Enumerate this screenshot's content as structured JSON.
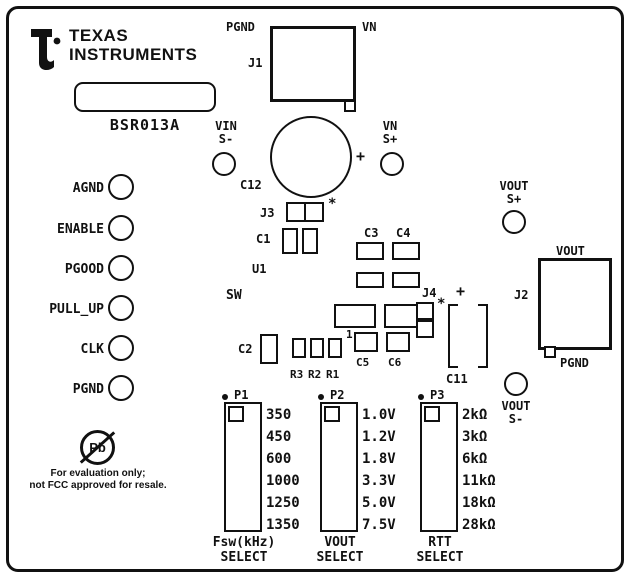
{
  "brand": {
    "name_top": "Texas",
    "name_bottom": "Instruments"
  },
  "board_id": "BSR013A",
  "testpoints": {
    "left": [
      "AGND",
      "ENABLE",
      "PGOOD",
      "PULL_UP",
      "CLK",
      "PGND"
    ],
    "vin_sense": {
      "line1": "VIN",
      "line2": "S-"
    },
    "vn_sense": {
      "line1": "VN",
      "line2": "S+"
    },
    "vout_sense_plus": {
      "line1": "VOUT",
      "line2": "S+"
    },
    "vout_sense_minus": {
      "line1": "VOUT",
      "line2": "S-"
    }
  },
  "connectors": {
    "j1": {
      "ref": "J1",
      "pin_left": "PGND",
      "pin_right": "VN"
    },
    "j2": {
      "ref": "J2",
      "pin_top": "VOUT",
      "pin_bottom": "PGND"
    },
    "j3": {
      "ref": "J3",
      "pin1_mark": "*"
    },
    "j4": {
      "ref": "J4",
      "pin1_mark": "*"
    }
  },
  "components": {
    "c12": {
      "ref": "C12",
      "polarity": "+"
    },
    "c11": {
      "ref": "C11",
      "polarity": "+"
    },
    "c1": "C1",
    "u1": "U1",
    "sw": "SW",
    "c3": "C3",
    "c4": "C4",
    "c2": "C2",
    "r3": "R3",
    "r2": "R2",
    "r1": "R1",
    "c5": "C5",
    "c6": "C6",
    "pin1": "1"
  },
  "selectors": [
    {
      "ref": "P1",
      "options": [
        "350",
        "450",
        "600",
        "1000",
        "1250",
        "1350"
      ],
      "caption_line1": "Fsw(kHz)",
      "caption_line2": "SELECT"
    },
    {
      "ref": "P2",
      "options": [
        "1.0V",
        "1.2V",
        "1.8V",
        "3.3V",
        "5.0V",
        "7.5V"
      ],
      "caption_line1": "VOUT",
      "caption_line2": "SELECT"
    },
    {
      "ref": "P3",
      "options": [
        "2kΩ",
        "3kΩ",
        "6kΩ",
        "11kΩ",
        "18kΩ",
        "28kΩ"
      ],
      "caption_line1": "RTT",
      "caption_line2": "SELECT"
    }
  ],
  "notice": {
    "symbol": "Pb",
    "line1": "For evaluation only;",
    "line2": "not FCC approved for resale."
  }
}
